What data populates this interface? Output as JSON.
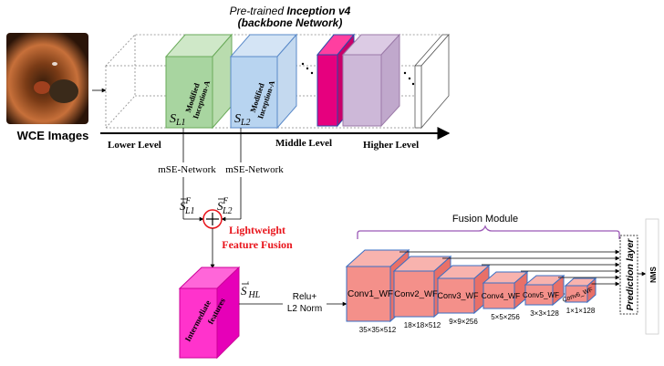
{
  "header": {
    "title_prefix": "Pre-trained",
    "title_bold": "Inception v4",
    "subtitle": "(backbone Network)"
  },
  "input": {
    "label": "WCE Images"
  },
  "levels": {
    "lower": "Lower Level",
    "middle": "Middle Level",
    "higher": "Higher Level"
  },
  "blocks": {
    "block1_text_line1": "Modified",
    "block1_text_line2": "Inception-A",
    "block2_text_line1": "Modified",
    "block2_text_line2": "Inception-A",
    "s_l1_base": "S",
    "s_l1_sub": "L1",
    "s_l2_base": "S",
    "s_l2_sub": "L2"
  },
  "mse": {
    "left": "mSE-Network",
    "right": "mSE-Network"
  },
  "fusion_inputs": {
    "left_base": "S",
    "left_sup": "F",
    "left_sub": "L1",
    "right_base": "S",
    "right_sup": "F",
    "right_sub": "L2"
  },
  "fusion": {
    "line1": "Lightweight",
    "line2": "Feature Fusion",
    "color": "#e8141b"
  },
  "intermediate": {
    "line1": "Intermediate",
    "line2": "features",
    "color": "#ff33cc"
  },
  "s_hl": {
    "base": "S",
    "prime": "'",
    "sub": "HL"
  },
  "relu": {
    "line1": "Relu+",
    "line2": "L2 Norm"
  },
  "fusion_module": {
    "label": "Fusion Module",
    "brace_color": "#9b59b6"
  },
  "convs": [
    {
      "label": "Conv1_WF",
      "size": "35×35×512"
    },
    {
      "label": "Conv2_WF",
      "size": "18×18×512"
    },
    {
      "label": "Conv3_WF",
      "size": "9×9×256"
    },
    {
      "label": "Conv4_WF",
      "size": "5×5×256"
    },
    {
      "label": "Conv5_WF",
      "size": "3×3×128"
    },
    {
      "label": "Conv6_WF",
      "size": "1×1×128"
    }
  ],
  "prediction": {
    "label": "Prediction layer"
  },
  "nms": {
    "label": "NMS"
  },
  "colors": {
    "green": "#a8d5a0",
    "blue": "#b8d4f0",
    "magenta": "#e6007e",
    "lilac": "#cdb8d8",
    "conv": "#f4908a"
  }
}
